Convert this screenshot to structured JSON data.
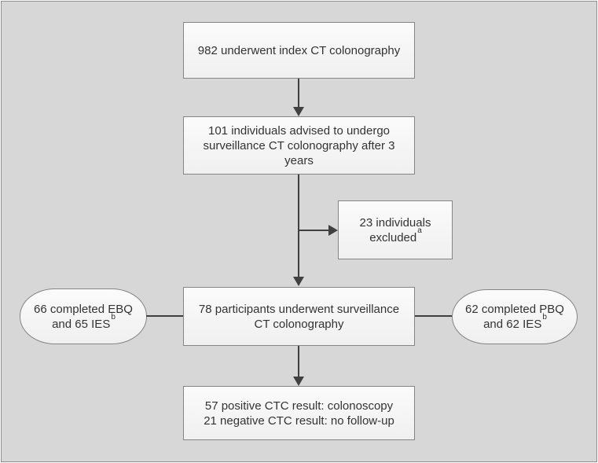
{
  "canvas": {
    "background_color": "#d7d7d7",
    "border_color": "#8f8f8f",
    "box_fill": "#f5f5f5",
    "box_border": "#858585",
    "line_color": "#404040",
    "text_color": "#333333"
  },
  "nodes": {
    "index_ctc": {
      "lines": [
        "982 underwent index CT colonography"
      ]
    },
    "advised": {
      "lines": [
        "101 individuals advised to undergo",
        "surveillance CT colonography after 3",
        "years"
      ]
    },
    "excluded": {
      "line1": "23 individuals",
      "line2": "excluded",
      "sup": "a"
    },
    "surveillance": {
      "lines": [
        "78 participants underwent surveillance",
        "CT colonography"
      ]
    },
    "ebq": {
      "line1": "66 completed EBQ",
      "line2": "and 65 IES",
      "sup": "b"
    },
    "pbq": {
      "line1": "62 completed PBQ",
      "line2": "and 62 IES",
      "sup": "b"
    },
    "results": {
      "lines": [
        "57 positive CTC result: colonoscopy",
        "21 negative CTC result: no follow-up"
      ]
    }
  }
}
